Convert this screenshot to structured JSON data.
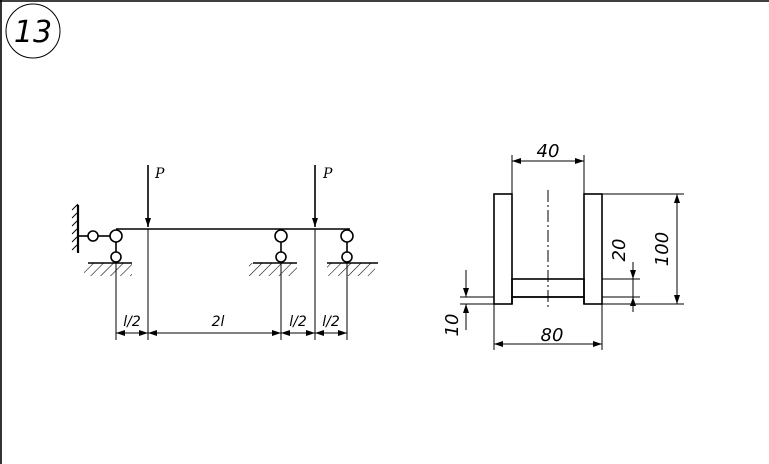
{
  "problem_number": "13",
  "beam": {
    "load_left": "P",
    "load_right": "P",
    "dims": [
      "l/2",
      "2l",
      "l/2",
      "l/2"
    ]
  },
  "section": {
    "top_width": "40",
    "height": "100",
    "flange_thickness": "20",
    "base_thickness": "10",
    "bottom_width": "80"
  }
}
